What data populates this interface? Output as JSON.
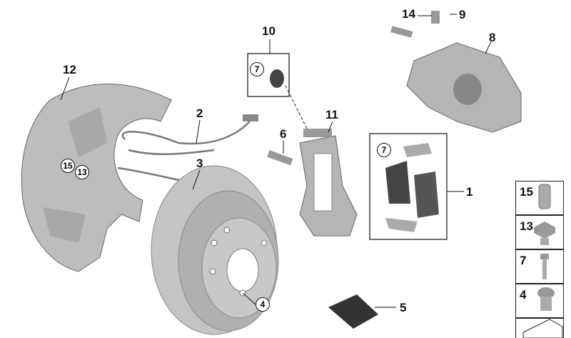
{
  "callouts": {
    "c1": "1",
    "c2": "2",
    "c3": "3",
    "c4": "4",
    "c5": "5",
    "c6": "6",
    "c7a": "7",
    "c7b": "7",
    "c8": "8",
    "c9": "9",
    "c10": "10",
    "c11": "11",
    "c12": "12",
    "c13": "13",
    "c14": "14",
    "c15": "15"
  },
  "legend": [
    {
      "label": "15",
      "icon": "threaded-insert-icon"
    },
    {
      "label": "13",
      "icon": "flange-bolt-icon"
    },
    {
      "label": "7",
      "icon": "hex-bolt-icon"
    },
    {
      "label": "4",
      "icon": "socket-screw-icon"
    }
  ],
  "colors": {
    "part": "#b8b8b8",
    "part_dark": "#7a7a7a",
    "line": "#111111"
  }
}
